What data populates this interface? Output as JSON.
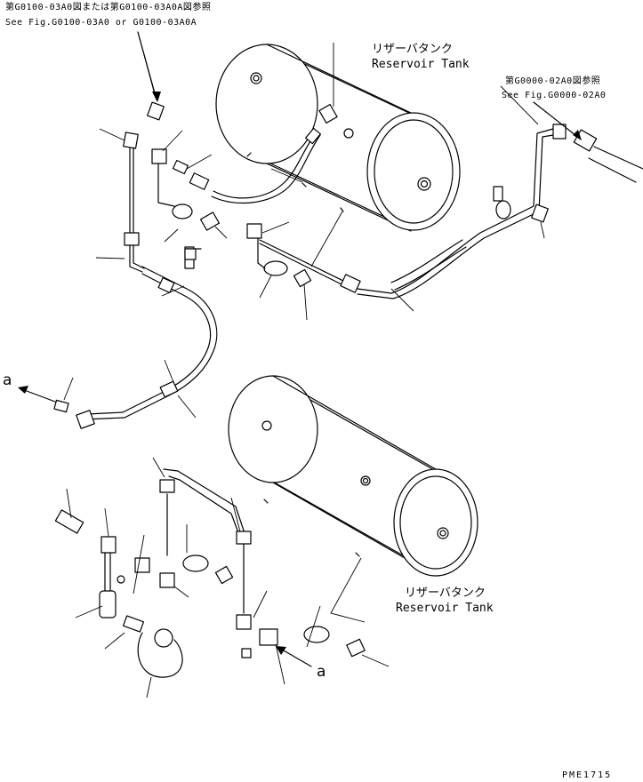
{
  "references": {
    "top_left_jp": "第G0100-03A0図または第G0100-03A0A図参照",
    "top_left_en": "See Fig.G0100-03A0 or G0100-03A0A",
    "top_right_jp": "第G0000-02A0図参照",
    "top_right_en": "See Fig.G0000-02A0"
  },
  "tanks": [
    {
      "label_jp": "リザーバタンク",
      "label_en": "Reservoir Tank"
    },
    {
      "label_jp": "リザーバタンク",
      "label_en": "Reservoir Tank"
    }
  ],
  "callouts": {
    "a_left": "a",
    "a_bottom": "a"
  },
  "drawing_code": "PME1715"
}
